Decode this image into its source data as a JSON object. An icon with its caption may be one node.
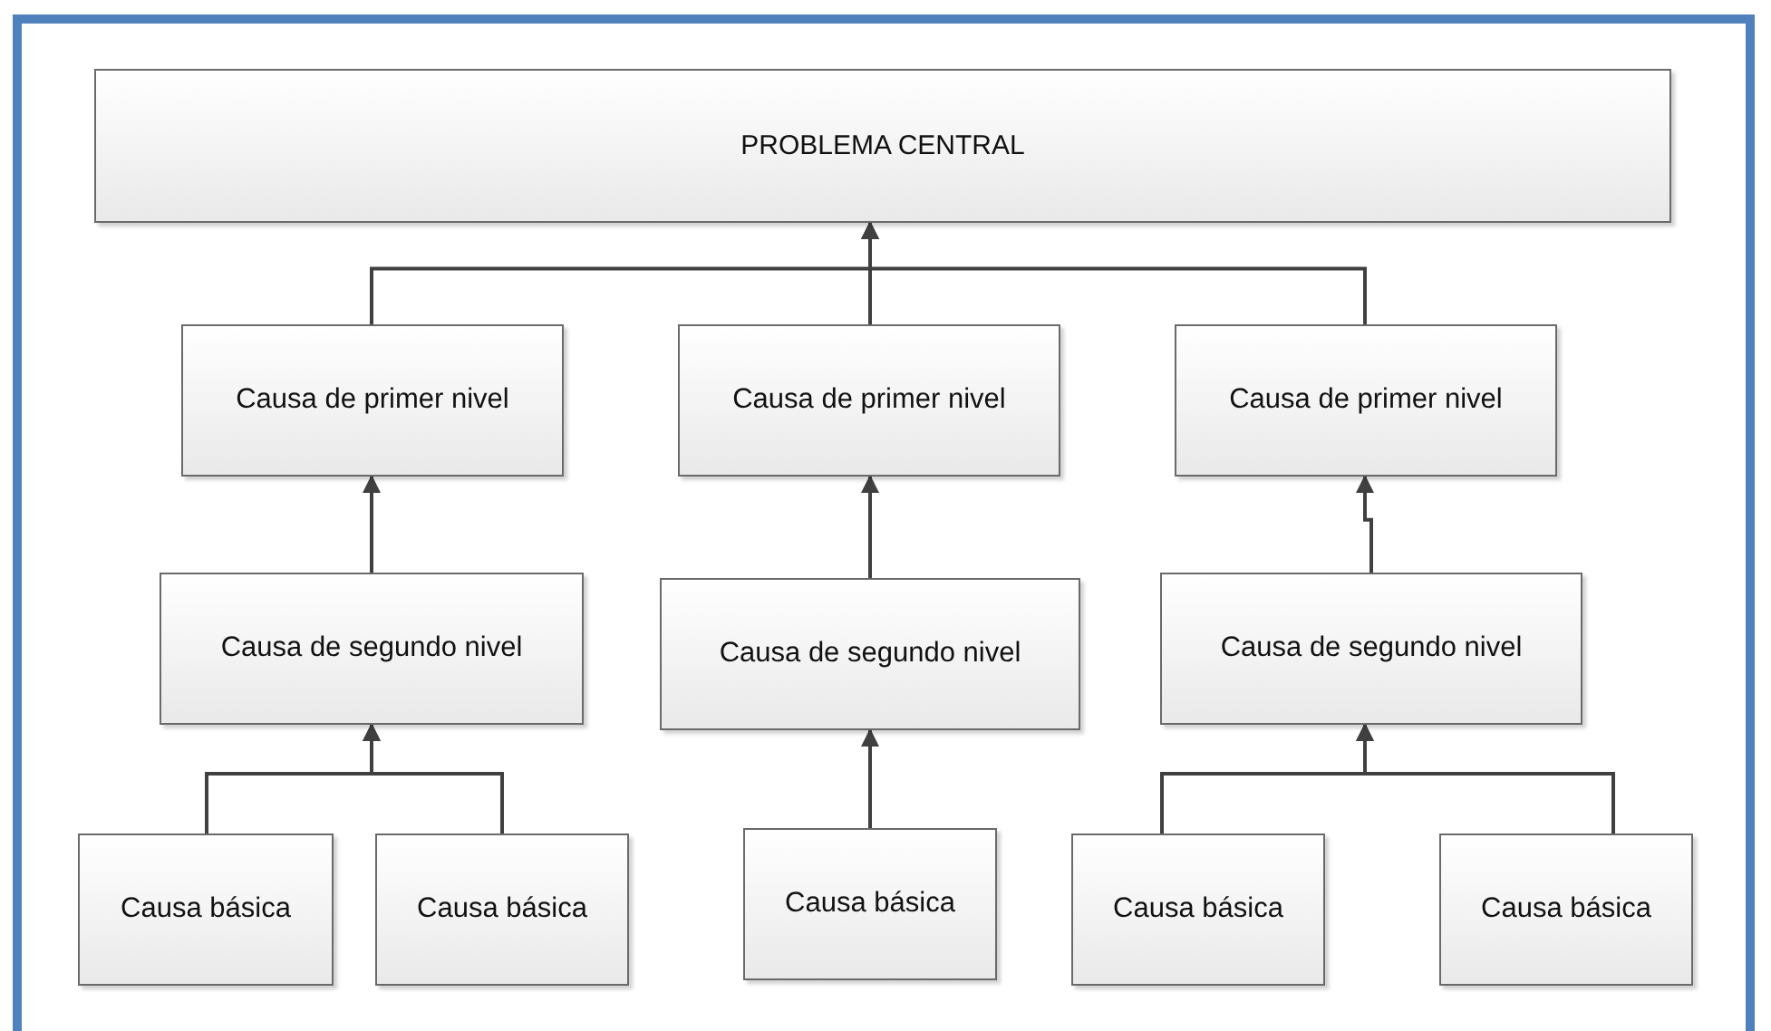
{
  "diagram": {
    "nodes": [
      {
        "text": [
          "PROBLEMA CENTRAL"
        ]
      },
      {
        "text": [
          "Causa de primer nivel"
        ]
      },
      {
        "text": [
          "Causa de primer nivel"
        ]
      },
      {
        "text": [
          "Causa de primer nivel"
        ]
      },
      {
        "text": [
          "Causa de segundo nivel"
        ]
      },
      {
        "text": [
          "Causa de segundo nivel"
        ]
      },
      {
        "text": [
          "Causa de segundo nivel"
        ]
      },
      {
        "text": [
          "Causa básica"
        ]
      },
      {
        "text": [
          "Causa básica"
        ]
      },
      {
        "text": [
          "Causa básica"
        ]
      },
      {
        "text": [
          "Causa básica"
        ]
      },
      {
        "text": [
          "Causa básica"
        ]
      }
    ],
    "edges": [
      {
        "from": 1,
        "to": 0,
        "arrow": "to"
      },
      {
        "from": 2,
        "to": 0,
        "arrow": "to"
      },
      {
        "from": 3,
        "to": 0,
        "arrow": "to"
      },
      {
        "from": 4,
        "to": 1,
        "arrow": "to"
      },
      {
        "from": 5,
        "to": 2,
        "arrow": "to"
      },
      {
        "from": 6,
        "to": 3,
        "arrow": "to"
      },
      {
        "from": 7,
        "to": 4,
        "arrow": "to"
      },
      {
        "from": 8,
        "to": 4,
        "arrow": "to"
      },
      {
        "from": 9,
        "to": 5,
        "arrow": "to"
      },
      {
        "from": 10,
        "to": 6,
        "arrow": "to"
      },
      {
        "from": 11,
        "to": 6,
        "arrow": "to"
      }
    ]
  }
}
